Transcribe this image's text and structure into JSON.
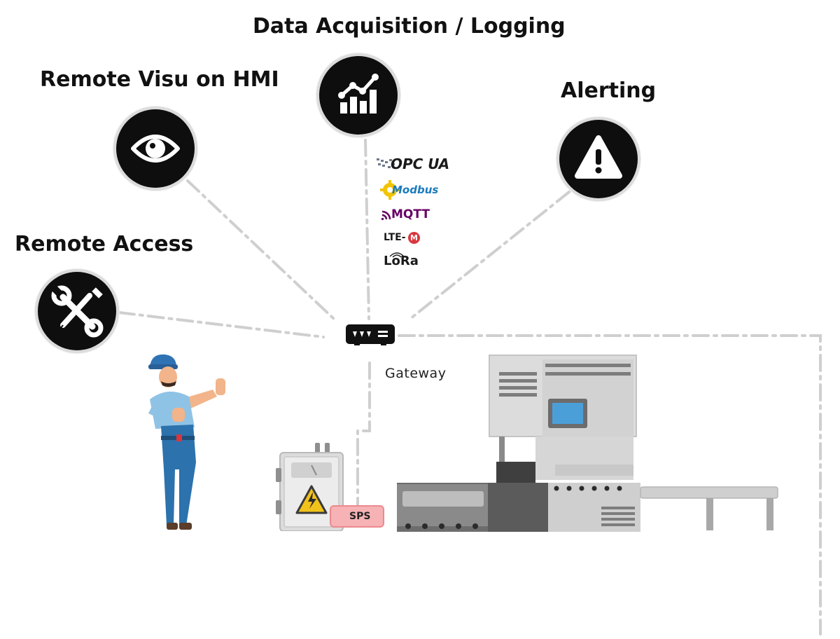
{
  "labels": {
    "data_acquisition": "Data Acquisition / Logging",
    "remote_visu": "Remote Visu on HMI",
    "alerting": "Alerting",
    "remote_access": "Remote Access",
    "gateway": "Gateway",
    "sps": "SPS"
  },
  "protocols": {
    "opcua": "OPC UA",
    "modbus": "Modbus",
    "mqtt": "MQTT",
    "ltem": "LTE-",
    "ltem_badge": "M",
    "lora": "LoRa"
  },
  "icons": {
    "data_acquisition": "chart-growth-icon",
    "remote_visu": "eye-icon",
    "alerting": "warning-icon",
    "remote_access": "tools-icon",
    "gateway": "router-icon",
    "cabinet": "electrical-cabinet-icon"
  },
  "colors": {
    "icon_circle": "#0e0e0e",
    "connector_line": "#cfcfcf",
    "sps_fill": "#f6b2b4",
    "modbus_blue": "#1b7bbd",
    "modbus_yellow": "#f2c400",
    "mqtt_purple": "#660066",
    "ltem_red": "#d9363e"
  }
}
